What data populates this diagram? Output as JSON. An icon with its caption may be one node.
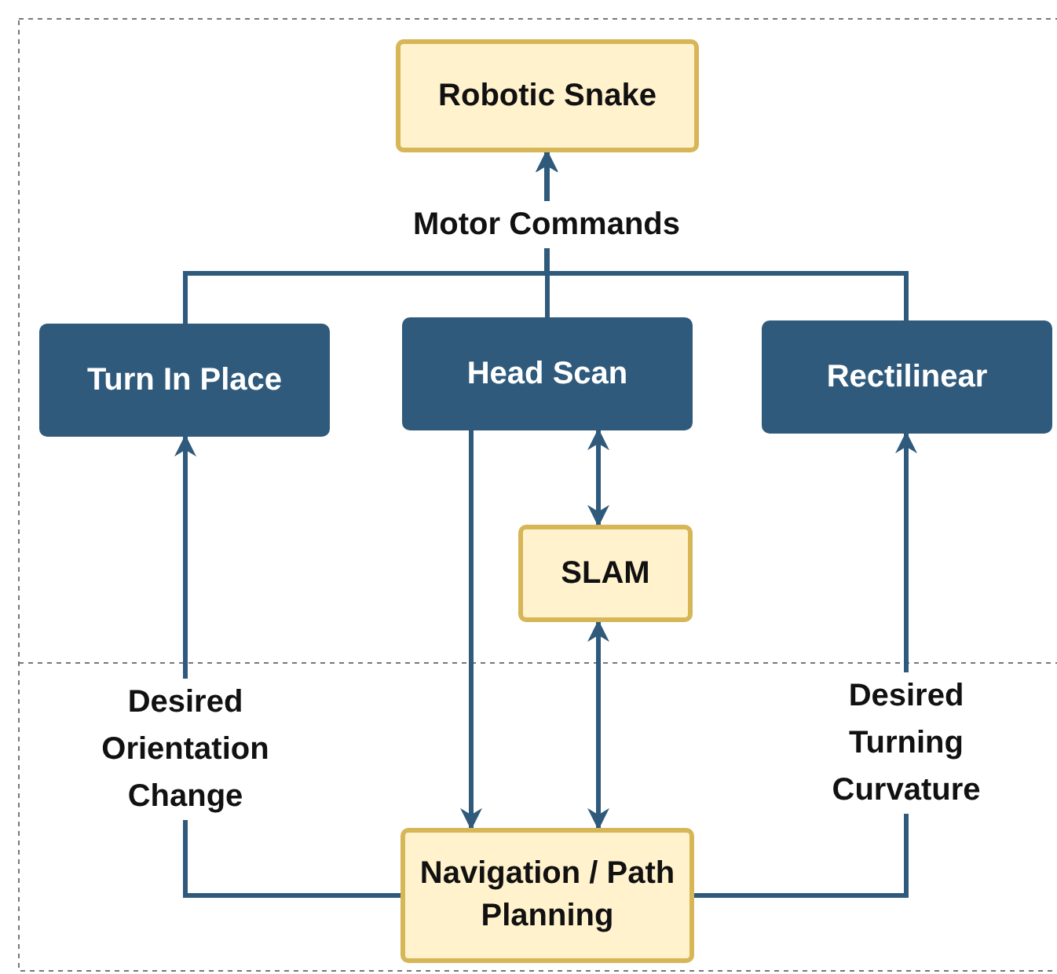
{
  "diagram": {
    "nodes": [
      {
        "text": [
          "Robotic Snake"
        ]
      },
      {
        "text": [
          "Turn In Place"
        ]
      },
      {
        "text": [
          "Head Scan"
        ]
      },
      {
        "text": [
          "Rectilinear"
        ]
      },
      {
        "text": [
          "SLAM"
        ]
      },
      {
        "text": [
          "Navigation / Path Planning"
        ]
      }
    ],
    "edges": [
      {
        "from": 1,
        "to": 0,
        "arrow": "to"
      },
      {
        "from": 2,
        "to": 0,
        "arrow": "to",
        "label": "Motor Commands"
      },
      {
        "from": 3,
        "to": 0,
        "arrow": "to"
      },
      {
        "from": 2,
        "to": 5,
        "arrow": "to"
      },
      {
        "from": 2,
        "to": 4,
        "arrow": "both"
      },
      {
        "from": 4,
        "to": 5,
        "arrow": "both"
      },
      {
        "from": 5,
        "to": 1,
        "arrow": "to",
        "label": "Desired Orientation Change"
      },
      {
        "from": 5,
        "to": 3,
        "arrow": "to",
        "label": "Desired Turning Curvature"
      }
    ]
  }
}
